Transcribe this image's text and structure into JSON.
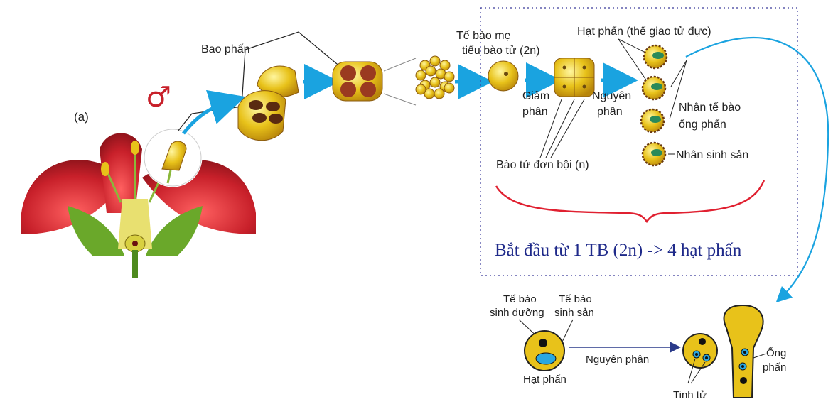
{
  "panel_label": "(a)",
  "male_symbol": "♂",
  "labels": {
    "bao_phan": "Bao phấn",
    "te_bao_me_1": "Tế bào mẹ",
    "te_bao_me_2": "tiểu bào tử (2n)",
    "hat_phan_top": "Hạt phấn (thể giao tử đực)",
    "giam_phan_1": "Giảm",
    "giam_phan_2": "phân",
    "nguyen_phan_1": "Nguyên",
    "nguyen_phan_2": "phân",
    "nhan_te_bao_1": "Nhân tế bào",
    "nhan_te_bao_2": "ống phấn",
    "nhan_sinh_san": "Nhân sinh sản",
    "bao_tu_don_boi": "Bào tử đơn bội (n)",
    "summary": "Bắt đầu từ 1 TB (2n)  -> 4 hạt phấn",
    "te_bao_sd_1": "Tế bào",
    "te_bao_sd_2": "sinh dưỡng",
    "te_bao_ss_1": "Tế bào",
    "te_bao_ss_2": "sinh sản",
    "nguyen_phan_bottom": "Nguyên phân",
    "hat_phan_bottom": "Hạt phấn",
    "ong_phan_1": "Ống",
    "ong_phan_2": "phấn",
    "tinh_tu": "Tinh tử"
  },
  "colors": {
    "petal": "#c8202a",
    "pollen": "#e8c21a",
    "pollen_edge": "#8a5a10",
    "blue_arrow": "#1aa3e0",
    "red_brace": "#e02030",
    "summary_text": "#1f2a8a",
    "dotted_border": "#3b3b9b"
  }
}
